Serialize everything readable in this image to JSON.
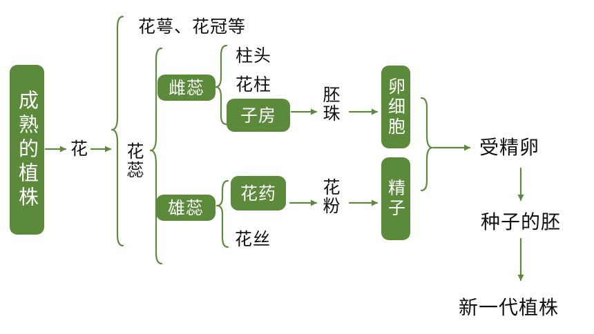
{
  "nodes": {
    "mature_plant": "成熟的植株",
    "flower": "花",
    "sepal_petal": "花萼、花冠等",
    "pistil_stamen": "花蕊",
    "pistil": "雌蕊",
    "stigma": "柱头",
    "style": "花柱",
    "ovary": "子房",
    "ovule": "胚珠",
    "egg_cell": "卵细胞",
    "stamen": "雄蕊",
    "anther": "花药",
    "filament": "花丝",
    "pollen": "花粉",
    "sperm": "精子",
    "zygote": "受精卵",
    "embryo": "种子的胚",
    "new_plant": "新一代植株"
  },
  "colors": {
    "box_fill": "#5b8a3a",
    "line": "#5b8a3a",
    "text": "#111111",
    "box_text": "#ffffff"
  }
}
